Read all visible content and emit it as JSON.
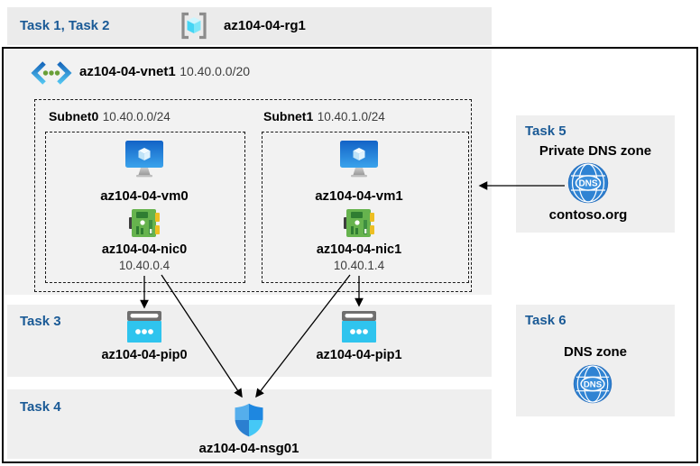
{
  "header": {
    "tasks_label": "Task 1, Task 2",
    "resource_group": "az104-04-rg1"
  },
  "vnet": {
    "name": "az104-04-vnet1",
    "cidr": "10.40.0.0/20",
    "subnets": [
      {
        "name": "Subnet0",
        "cidr": "10.40.0.0/24",
        "vm": "az104-04-vm0",
        "nic": "az104-04-nic0",
        "ip": "10.40.0.4"
      },
      {
        "name": "Subnet1",
        "cidr": "10.40.1.0/24",
        "vm": "az104-04-vm1",
        "nic": "az104-04-nic1",
        "ip": "10.40.1.4"
      }
    ]
  },
  "tasks": {
    "t3": {
      "label": "Task 3",
      "pips": [
        "az104-04-pip0",
        "az104-04-pip1"
      ]
    },
    "t4": {
      "label": "Task 4",
      "nsg": "az104-04-nsg01"
    },
    "t5": {
      "label": "Task 5",
      "title": "Private DNS zone",
      "zone": "contoso.org",
      "icon_text": "DNS"
    },
    "t6": {
      "label": "Task 6",
      "title": "DNS zone",
      "icon_text": "DNS"
    }
  },
  "colors": {
    "task_label_blue": "#1a5a96",
    "band_gray": "#ebebeb",
    "vnet_gray": "#f2f2f2",
    "vm_blue": "#1668cc",
    "nic_green": "#66b34e",
    "pip_cyan": "#2fc4ee",
    "nsg_blue_light": "#55aeec",
    "nsg_blue_dark": "#1e87e0",
    "dns_blue": "#2f83d3"
  }
}
